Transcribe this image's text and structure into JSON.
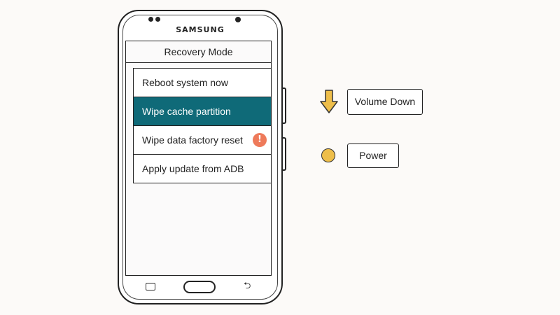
{
  "phone": {
    "brand": "SAMSUNG",
    "screen_title": "Recovery Mode",
    "menu_items": [
      {
        "label": "Reboot system now",
        "selected": false
      },
      {
        "label": "Wipe cache partition",
        "selected": true
      },
      {
        "label": "Wipe data factory reset",
        "selected": false,
        "warning_icon": "exclamation-icon"
      },
      {
        "label": "Apply update from ADB",
        "selected": false
      }
    ],
    "warning_glyph": "!",
    "back_glyph": "⮌"
  },
  "buttons": {
    "volume_down_label": "Volume Down",
    "power_label": "Power"
  },
  "colors": {
    "selected_bg": "#0f6a78",
    "warning": "#ee7a5a",
    "arrow": "#eebe4a",
    "power_dot": "#eebe4a"
  },
  "icons": {
    "volume": "arrow-down-icon",
    "power": "circle-icon"
  }
}
